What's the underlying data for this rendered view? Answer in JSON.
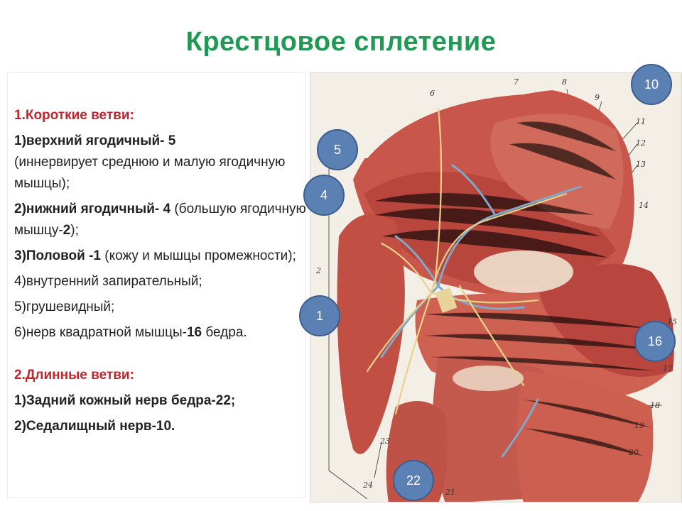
{
  "title": "Крестцовое сплетение",
  "short_branches": {
    "heading": "1.Короткие ветви:",
    "item1_bold": "1)верхний ягодичный- 5",
    "item1_rest": "(иннервирует среднюю и малую ягодичную мышцы);",
    "item2_bold": "2)нижний ягодичный- 4",
    "item2_rest": " (большую ягодичную мышцу-",
    "item2_num": "2",
    "item2_end": ");",
    "item3_bold": "3)Половой -1",
    "item3_rest": " (кожу и мышцы промежности);",
    "item4": "4)внутренний запирательный;",
    "item5": "5)грушевидный;",
    "item6_pre": "6)нерв квадратной мышцы-",
    "item6_num": "16",
    "item6_post": " бедра."
  },
  "long_branches": {
    "heading": "2.Длинные ветви:",
    "item1": "1)Задний кожный нерв бедра-22;",
    "item2": "2)Седалищный нерв-10."
  },
  "figure_numbers": [
    "2",
    "6",
    "7",
    "8",
    "9",
    "11",
    "12",
    "13",
    "14",
    "15",
    "17",
    "18",
    "19",
    "20",
    "21",
    "23",
    "24"
  ],
  "callouts": [
    "10",
    "5",
    "4",
    "1",
    "16",
    "22"
  ],
  "colors": {
    "title": "#1f9a54",
    "heading": "#c0262d",
    "bubble": "#5b80b4"
  }
}
